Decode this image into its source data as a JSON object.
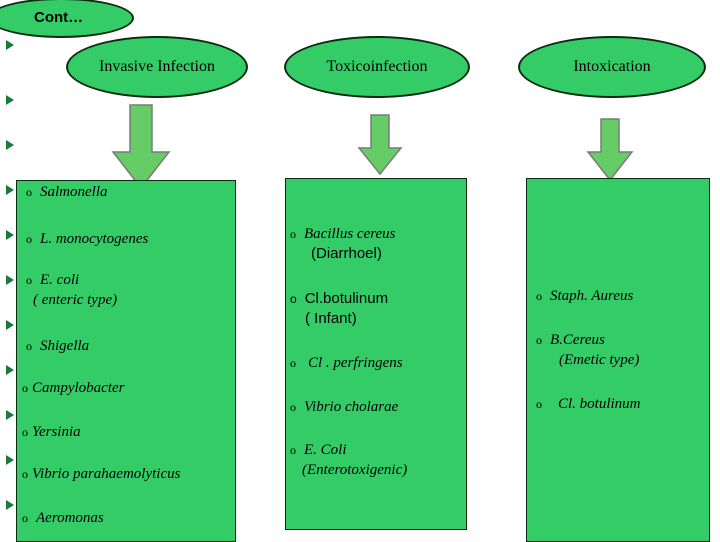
{
  "cont_label": "Cont…",
  "headers": {
    "invasive": "Invasive Infection",
    "toxico": "Toxicoinfection",
    "intox": "Intoxication"
  },
  "bullet_char": "o",
  "columns": {
    "invasive": [
      {
        "text": "Salmonella"
      },
      {
        "text": "L. monocytogenes"
      },
      {
        "text": "E. coli",
        "sub": "( enteric type)"
      },
      {
        "text": "Shigella"
      },
      {
        "text": "Campylobacter"
      },
      {
        "text": "Yersinia"
      },
      {
        "text": "Vibrio parahaemolyticus"
      },
      {
        "text": "Aeromonas"
      }
    ],
    "toxico": [
      {
        "text": "Bacillus cereus",
        "sub": "(Diarrhoel)"
      },
      {
        "text": "Cl.botulinum",
        "sub": "( Infant)"
      },
      {
        "text": "Cl . perfringens"
      },
      {
        "text": "Vibrio cholarae"
      },
      {
        "text": "E. Coli",
        "sub": "(Enterotoxigenic)"
      }
    ],
    "intox": [
      {
        "text": "Staph. Aureus"
      },
      {
        "text": "B.Cereus",
        "sub": "(Emetic type)"
      },
      {
        "text": "Cl. botulinum"
      }
    ]
  },
  "colors": {
    "fill": "#33cc66",
    "outline": "#0a2a12",
    "arrow": "#66cc66",
    "side_bullets": "#1a7a3a"
  }
}
